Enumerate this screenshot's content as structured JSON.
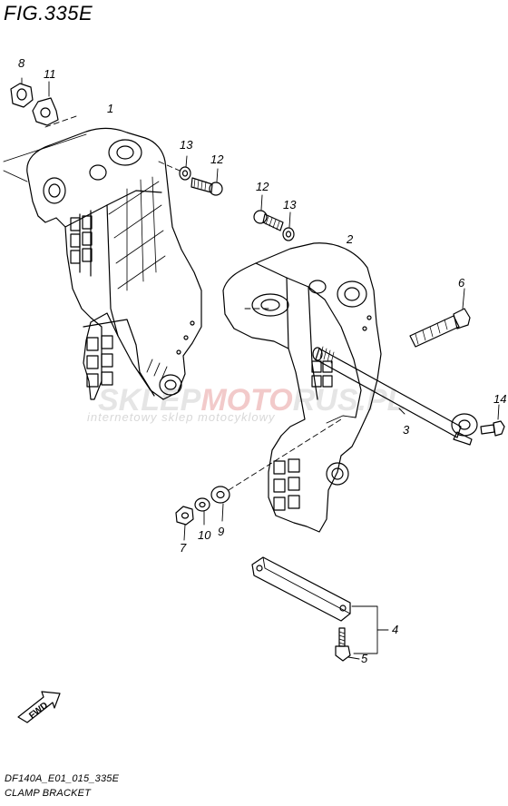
{
  "figure": {
    "title": "FIG.335E",
    "code": "DF140A_E01_015_335E",
    "name": "CLAMP BRACKET"
  },
  "watermark": {
    "brand_a": "SKLEP",
    "brand_b": "MOTO",
    "brand_c": "RUS.PL",
    "tagline": "internetowy sklep motocyklowy",
    "accent_color": "#e23a3a"
  },
  "fwd_label": "FWD",
  "callouts": {
    "c1": "1",
    "c2": "2",
    "c3": "3",
    "c4": "4",
    "c5": "5",
    "c6": "6",
    "c7": "7",
    "c8": "8",
    "c9": "9",
    "c10": "10",
    "c11": "11",
    "c12a": "12",
    "c12b": "12",
    "c13a": "13",
    "c13b": "13",
    "c14": "14"
  }
}
